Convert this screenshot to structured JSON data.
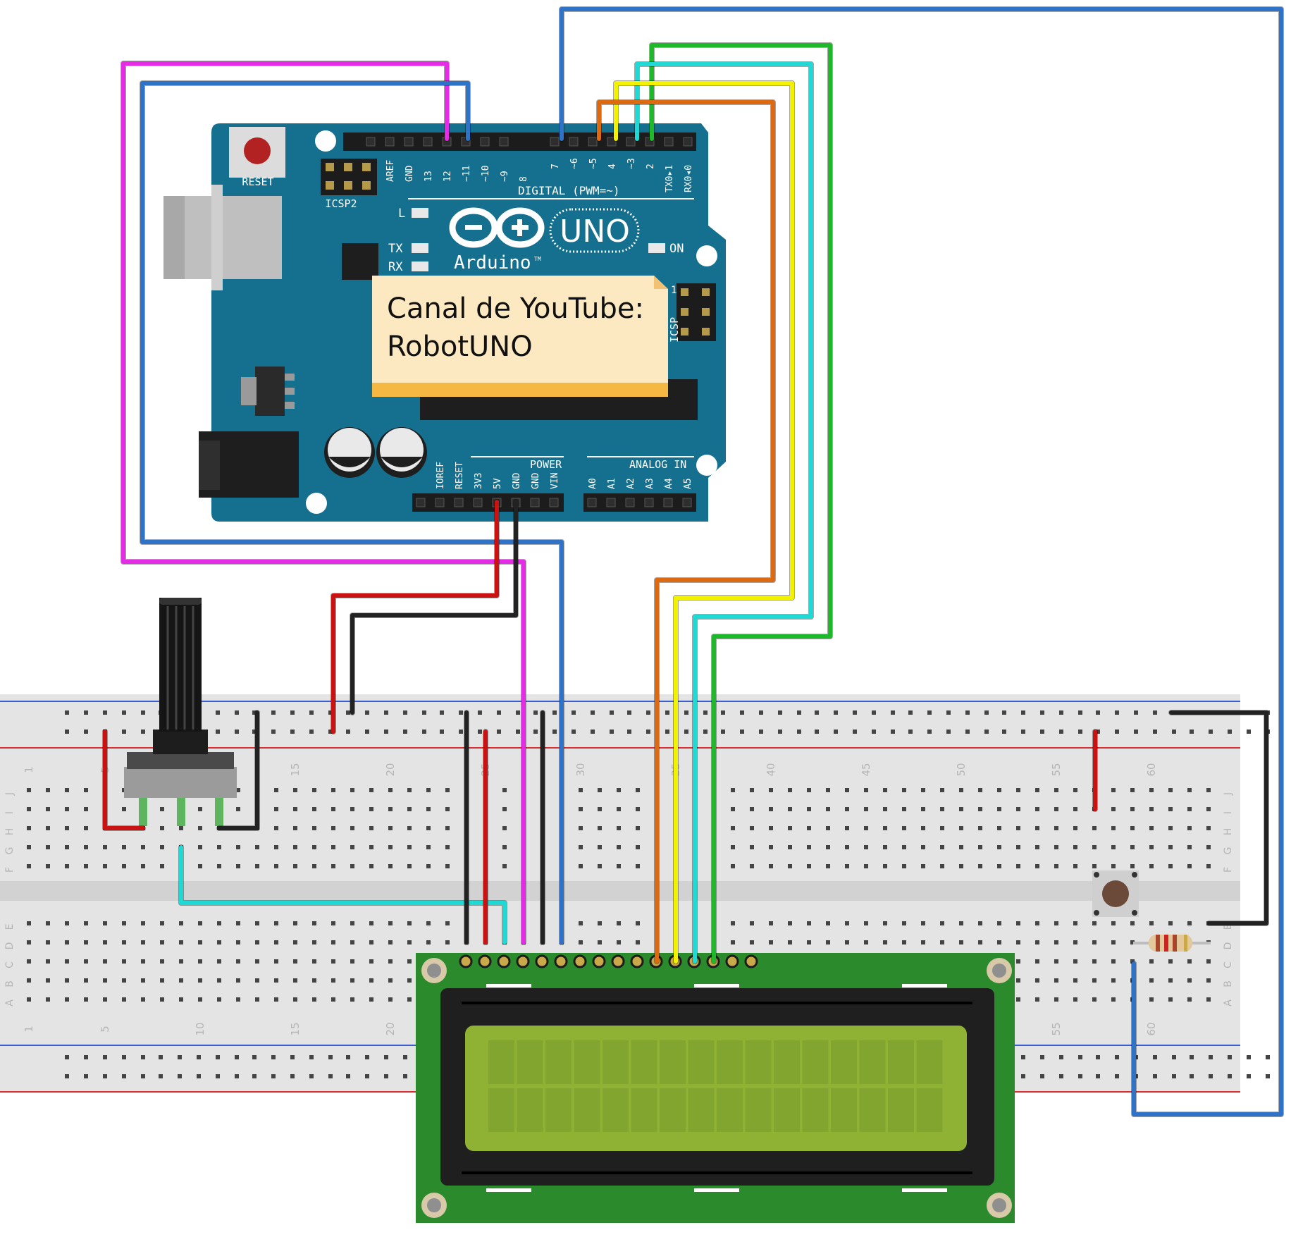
{
  "board": {
    "reset_label": "RESET",
    "icsp2_label": "ICSP2",
    "icsp_label": "ICSP",
    "icsp_pin1": "1",
    "header_labels": [
      "AREF",
      "GND",
      "13",
      "12",
      "~11",
      "~10",
      "~9",
      "8"
    ],
    "digital_labels": [
      "7",
      "~6",
      "~5",
      "4",
      "~3",
      "2",
      "TX0▸1",
      "RX0◂0"
    ],
    "digital_title": "DIGITAL (PWM=~)",
    "led_l": "L",
    "led_tx": "TX",
    "led_rx": "RX",
    "led_on": "ON",
    "uno_text": "UNO",
    "brand": "Arduino",
    "tm": "TM",
    "power_title": "POWER",
    "power_labels": [
      "IOREF",
      "RESET",
      "3V3",
      "5V",
      "GND",
      "GND",
      "VIN"
    ],
    "analog_title": "ANALOG IN",
    "analog_labels": [
      "A0",
      "A1",
      "A2",
      "A3",
      "A4",
      "A5"
    ],
    "note_line1": "Canal de YouTube:",
    "note_line2": "RobotUNO"
  },
  "breadboard": {
    "column_numbers": [
      "1",
      "5",
      "10",
      "15",
      "20",
      "25",
      "30",
      "35",
      "40",
      "45",
      "50",
      "55",
      "60"
    ],
    "row_letters_top": [
      "J",
      "I",
      "H",
      "G",
      "F"
    ],
    "row_letters_bottom": [
      "E",
      "D",
      "C",
      "B",
      "A"
    ]
  },
  "colors": {
    "board": "#15708f",
    "lcd_pcb": "#2b8a2b",
    "lcd_screen": "#8fb235",
    "wire_blue": "#2e73c8",
    "wire_magenta": "#e52be5",
    "wire_green": "#1eb82b",
    "wire_cyan": "#1ed9d4",
    "wire_yellow": "#f2f200",
    "wire_orange": "#dd6a10",
    "wire_red": "#cc1111",
    "wire_black": "#222222"
  }
}
